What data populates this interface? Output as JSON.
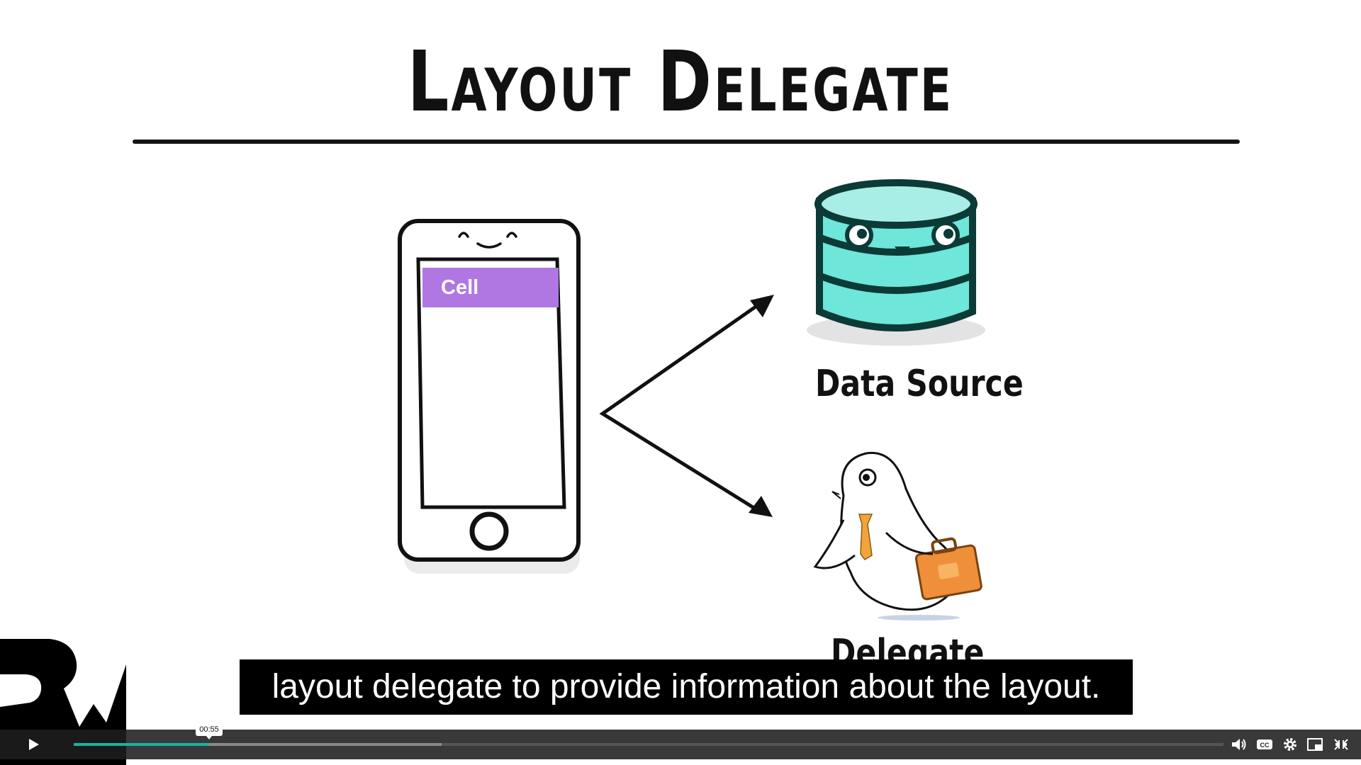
{
  "slide": {
    "title": "Layout Delegate",
    "phone_cell_label": "Cell",
    "data_source_label": "Data Source",
    "delegate_label": "Delegate",
    "colors": {
      "cell": "#b077e2",
      "database": "#6ee6da",
      "database_outline": "#0c3a36",
      "briefcase": "#ef8f3a"
    }
  },
  "player": {
    "caption": "layout delegate to provide information about the layout.",
    "time_tooltip": "00:55",
    "progress_fraction": 0.118,
    "buffered_fraction": 0.32,
    "logo": "raywenderlich-logo",
    "icons": {
      "play": "play-icon",
      "volume": "volume-icon",
      "captions": "cc-icon",
      "settings": "gear-icon",
      "pip": "picture-in-picture-icon",
      "fullscreen": "exit-fullscreen-icon"
    }
  }
}
